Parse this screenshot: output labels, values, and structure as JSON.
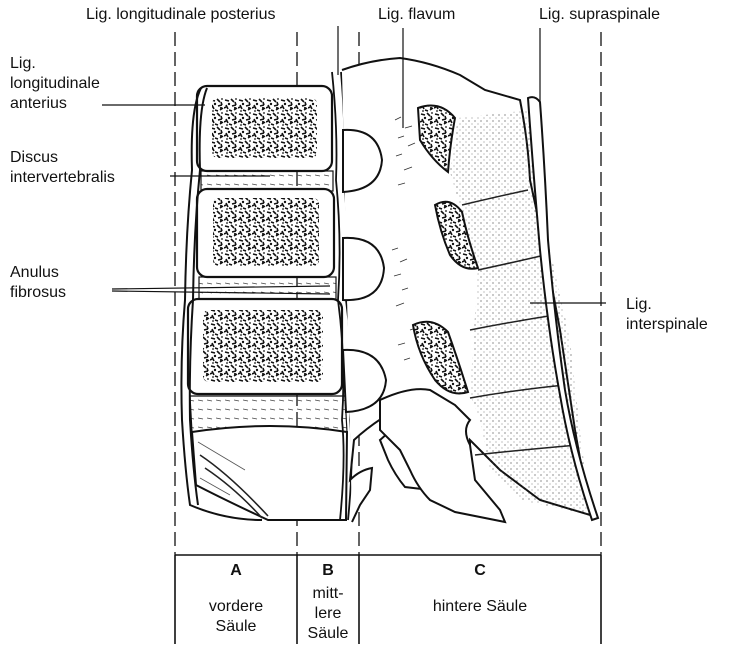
{
  "labels": {
    "lig_longitudinale_posterius": "Lig. longitudinale posterius",
    "lig_flavum": "Lig. flavum",
    "lig_supraspinale": "Lig. supraspinale",
    "lig_longitudinale_anterius": "Lig.\nlongitudinale\nanterius",
    "discus_intervertebralis": "Discus\nintervertebralis",
    "anulus_fibrosus": "Anulus\nfibrosus",
    "lig_interspinale": "Lig.\ninterspinale"
  },
  "columns": [
    {
      "letter": "A",
      "name": "vordere\nSäule"
    },
    {
      "letter": "B",
      "name": "mitt-\nlere\nSäule"
    },
    {
      "letter": "C",
      "name": "hintere Säule"
    }
  ]
}
